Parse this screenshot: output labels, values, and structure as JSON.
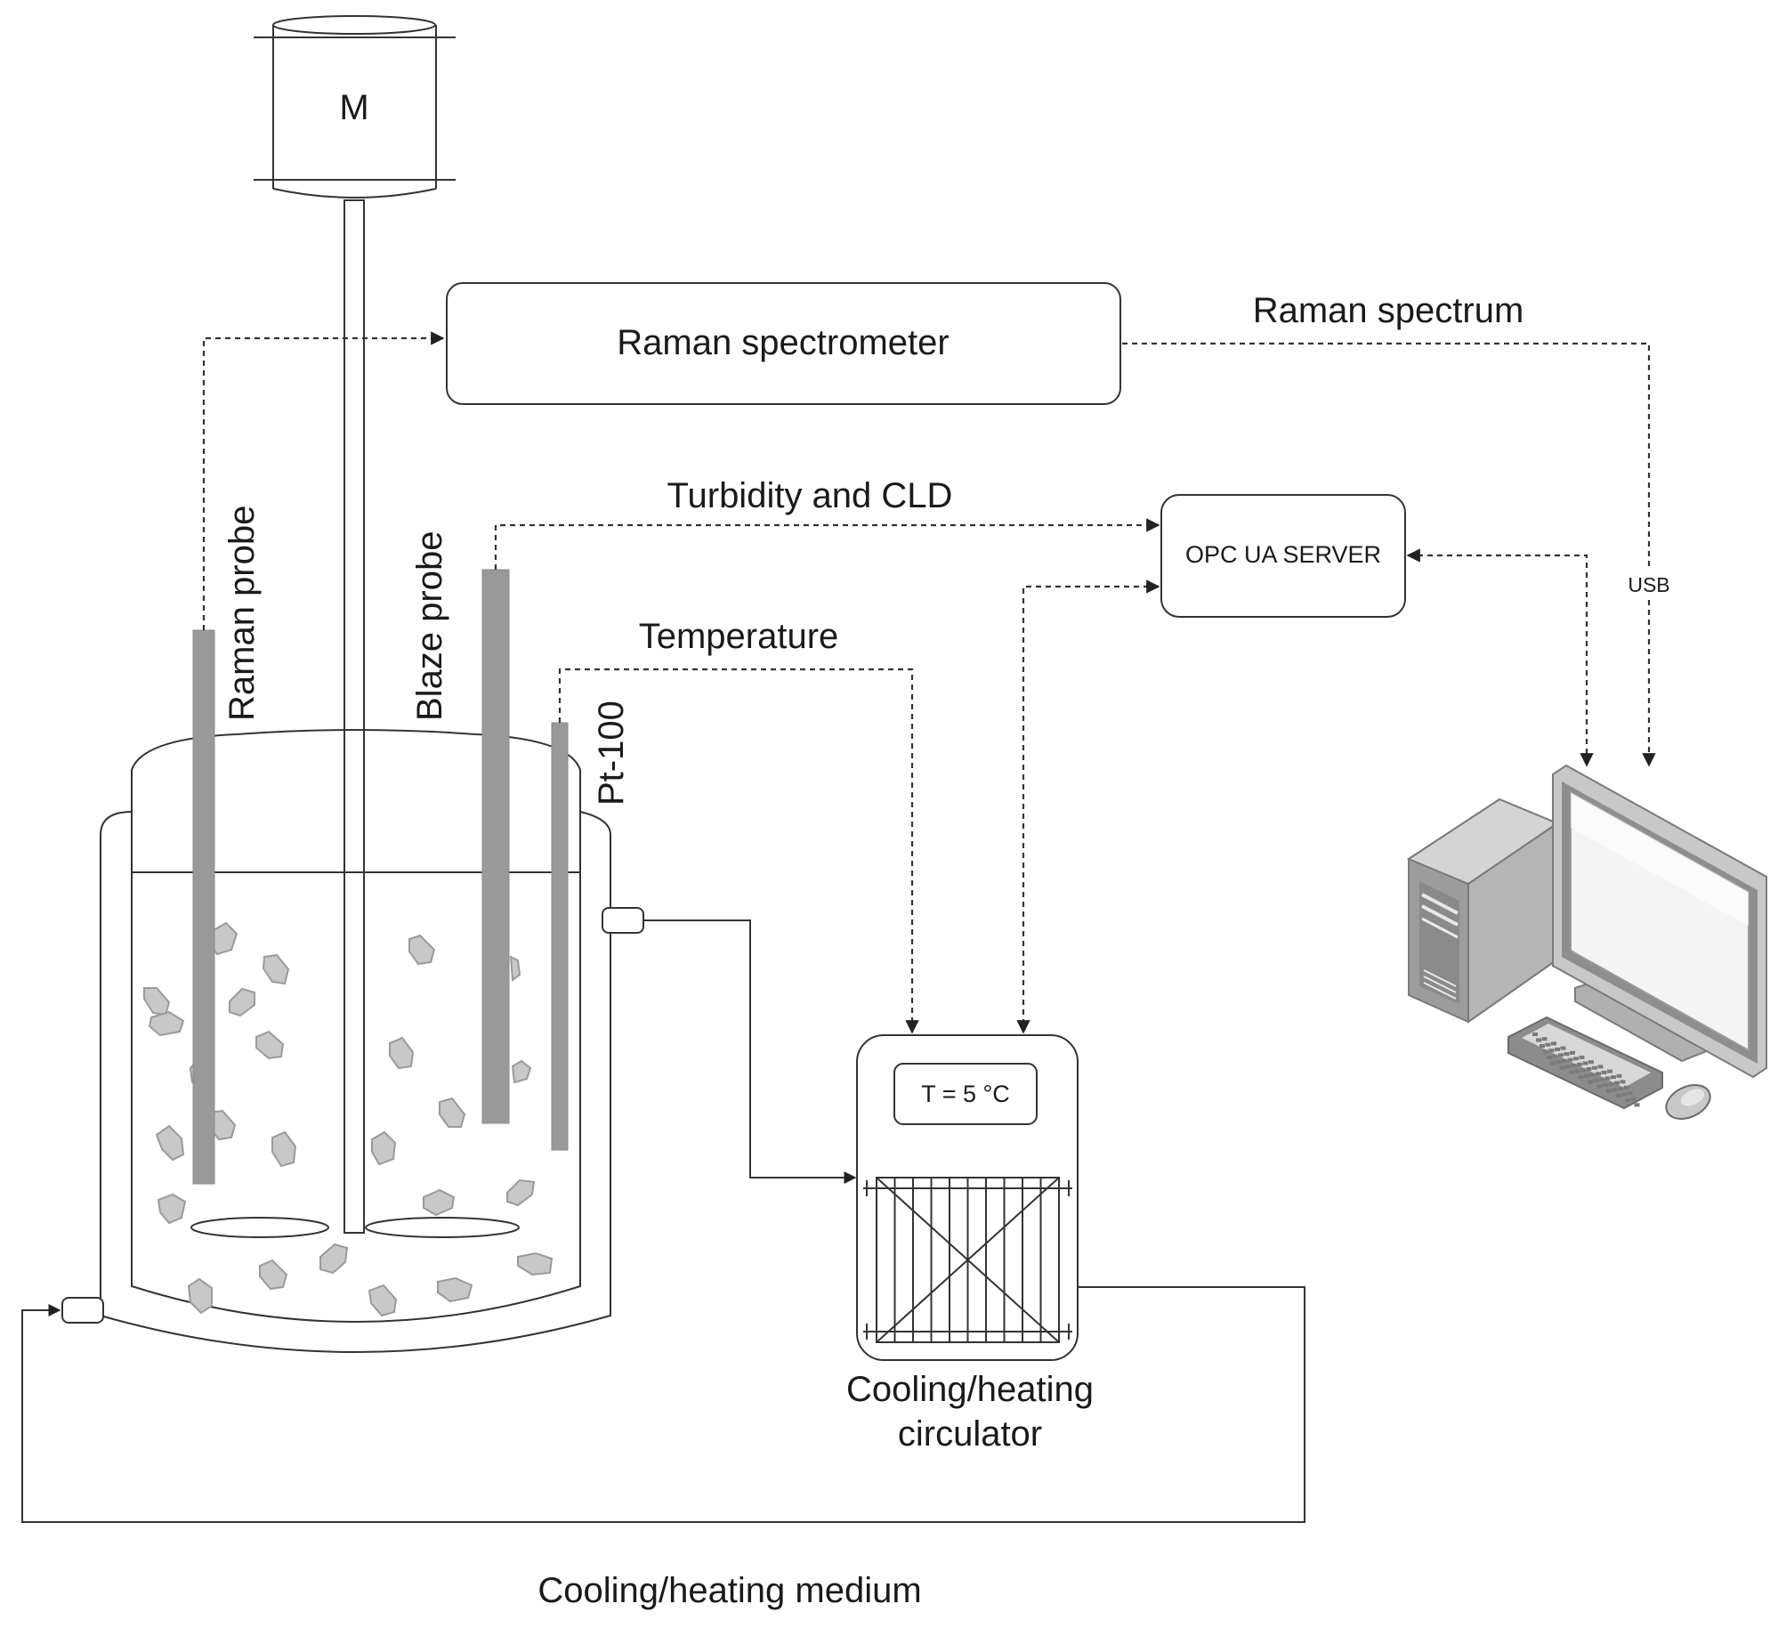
{
  "motor": {
    "label": "M"
  },
  "spectrometer": {
    "label": "Raman spectrometer"
  },
  "opc_server": {
    "label": "OPC UA SERVER"
  },
  "circulator": {
    "display": "T = 5 °C",
    "label_line1": "Cooling/heating",
    "label_line2": "circulator"
  },
  "probes": {
    "raman": "Raman probe",
    "blaze": "Blaze probe",
    "pt100": "Pt-100"
  },
  "signals": {
    "raman_spectrum": "Raman spectrum",
    "turbidity": "Turbidity and CLD",
    "temperature": "Temperature",
    "usb": "USB",
    "medium": "Cooling/heating medium"
  }
}
